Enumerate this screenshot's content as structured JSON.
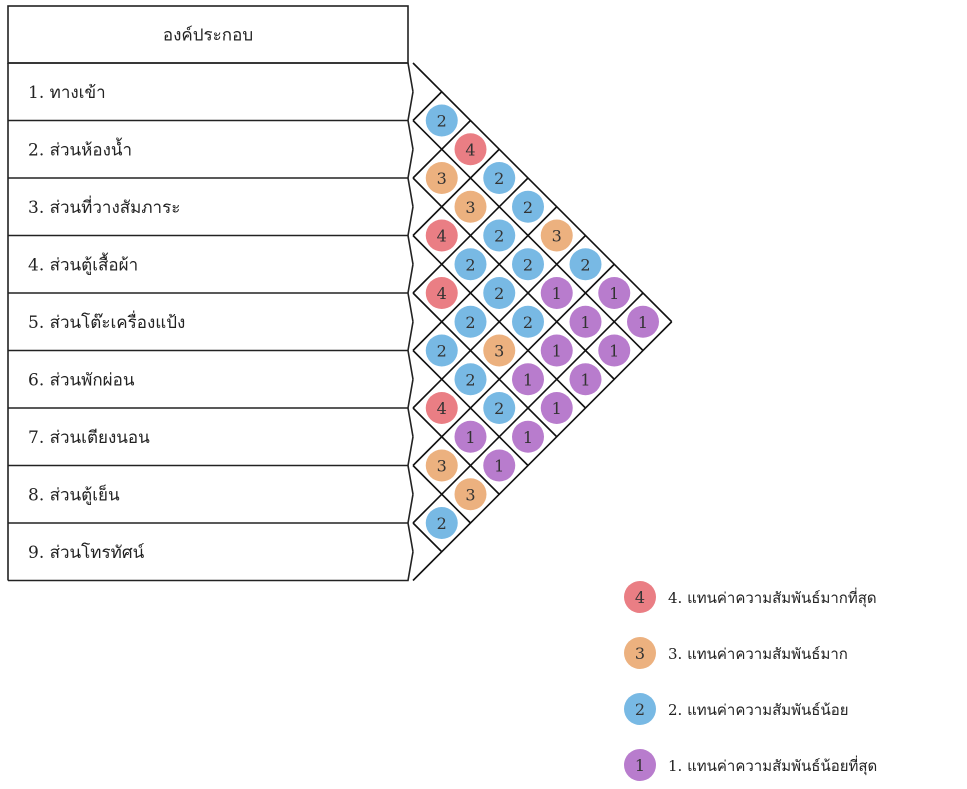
{
  "header": "องค์ประกอบ",
  "components": [
    "1. ทางเข้า",
    "2. ส่วนห้องน้ำ",
    "3. ส่วนที่วางสัมภาระ",
    "4. ส่วนตู้เสื้อผ้า",
    "5. ส่วนโต๊ะเครื่องแป้ง",
    "6. ส่วนพักผ่อน",
    "7. ส่วนเตียงนอน",
    "8. ส่วนตู้เย็น",
    "9. ส่วนโทรทัศน์"
  ],
  "colors": {
    "4": "#e8737a",
    "3": "#eaaa74",
    "2": "#6db3e2",
    "1": "#b271c9"
  },
  "matrix": [
    {
      "pair": [
        1,
        2
      ],
      "value": 2
    },
    {
      "pair": [
        1,
        3
      ],
      "value": 4
    },
    {
      "pair": [
        1,
        4
      ],
      "value": 2
    },
    {
      "pair": [
        1,
        5
      ],
      "value": 2
    },
    {
      "pair": [
        1,
        6
      ],
      "value": 3
    },
    {
      "pair": [
        1,
        7
      ],
      "value": 2
    },
    {
      "pair": [
        1,
        8
      ],
      "value": 1
    },
    {
      "pair": [
        1,
        9
      ],
      "value": 1
    },
    {
      "pair": [
        2,
        3
      ],
      "value": 3
    },
    {
      "pair": [
        2,
        4
      ],
      "value": 3
    },
    {
      "pair": [
        2,
        5
      ],
      "value": 2
    },
    {
      "pair": [
        2,
        6
      ],
      "value": 2
    },
    {
      "pair": [
        2,
        7
      ],
      "value": 1
    },
    {
      "pair": [
        2,
        8
      ],
      "value": 1
    },
    {
      "pair": [
        2,
        9
      ],
      "value": 1
    },
    {
      "pair": [
        3,
        4
      ],
      "value": 4
    },
    {
      "pair": [
        3,
        5
      ],
      "value": 2
    },
    {
      "pair": [
        3,
        6
      ],
      "value": 2
    },
    {
      "pair": [
        3,
        7
      ],
      "value": 2
    },
    {
      "pair": [
        3,
        8
      ],
      "value": 1
    },
    {
      "pair": [
        3,
        9
      ],
      "value": 1
    },
    {
      "pair": [
        4,
        5
      ],
      "value": 4
    },
    {
      "pair": [
        4,
        6
      ],
      "value": 2
    },
    {
      "pair": [
        4,
        7
      ],
      "value": 3
    },
    {
      "pair": [
        4,
        8
      ],
      "value": 1
    },
    {
      "pair": [
        4,
        9
      ],
      "value": 1
    },
    {
      "pair": [
        5,
        6
      ],
      "value": 2
    },
    {
      "pair": [
        5,
        7
      ],
      "value": 2
    },
    {
      "pair": [
        5,
        8
      ],
      "value": 2
    },
    {
      "pair": [
        5,
        9
      ],
      "value": 1
    },
    {
      "pair": [
        6,
        7
      ],
      "value": 4
    },
    {
      "pair": [
        6,
        8
      ],
      "value": 1
    },
    {
      "pair": [
        6,
        9
      ],
      "value": 1
    },
    {
      "pair": [
        7,
        8
      ],
      "value": 3
    },
    {
      "pair": [
        7,
        9
      ],
      "value": 3
    },
    {
      "pair": [
        8,
        9
      ],
      "value": 2
    }
  ],
  "legend": [
    {
      "value": 4,
      "label": "4. แทนค่าความสัมพันธ์มากที่สุด"
    },
    {
      "value": 3,
      "label": "3. แทนค่าความสัมพันธ์มาก"
    },
    {
      "value": 2,
      "label": "2. แทนค่าความสัมพันธ์น้อย"
    },
    {
      "value": 1,
      "label": "1. แทนค่าความสัมพันธ์น้อยที่สุด"
    }
  ]
}
